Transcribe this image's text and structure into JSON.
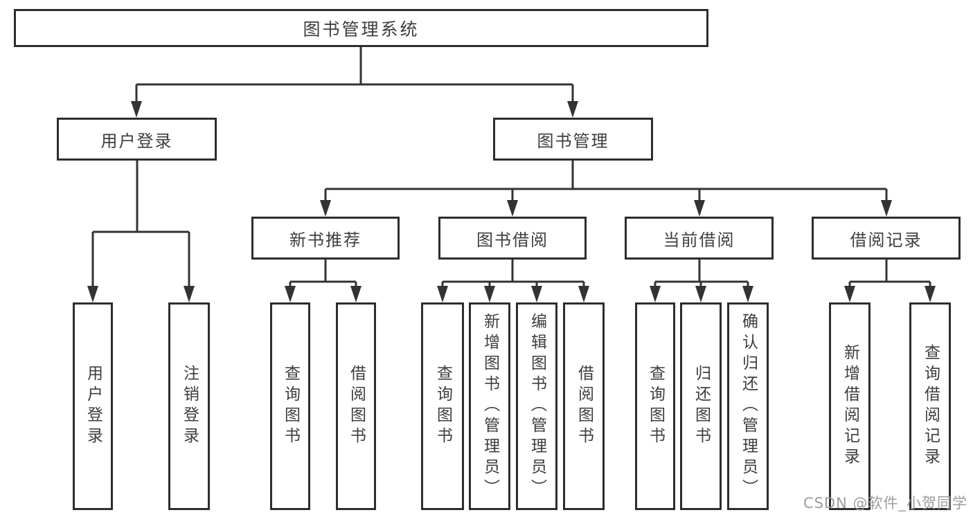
{
  "diagram_title": "图书管理系统",
  "nodes": {
    "root": "图书管理系统",
    "branches": [
      "用户登录",
      "图书管理"
    ],
    "modules": [
      "新书推荐",
      "图书借阅",
      "当前借阅",
      "借阅记录"
    ],
    "leaves": {
      "user_login": [
        "用户登录",
        "注销登录"
      ],
      "new_book": [
        "查询图书",
        "借阅图书"
      ],
      "book_borrow": [
        "查询图书",
        "新增图书（管理员）",
        "编辑图书（管理员）",
        "借阅图书"
      ],
      "current_borrow": [
        "查询图书",
        "归还图书",
        "确认归还（管理员）"
      ],
      "borrow_record": [
        "新增借阅记录",
        "查询借阅记录"
      ]
    }
  },
  "watermark": "CSDN @软件_小贺同学",
  "colors": {
    "line": "#333333",
    "box_border": "#2d2d2d",
    "text": "#3d3d3d",
    "watermark": "#9c9c9c",
    "background": "#ffffff"
  }
}
